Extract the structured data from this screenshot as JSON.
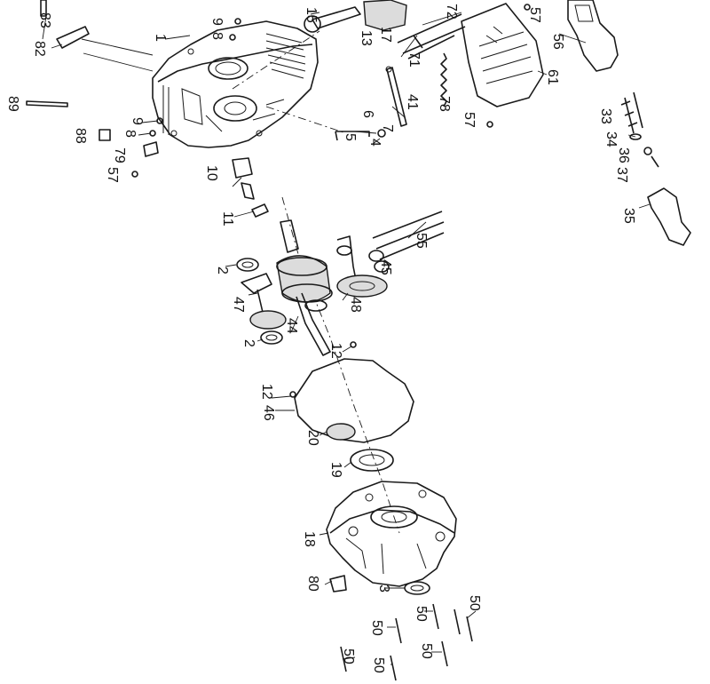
{
  "callouts": [
    {
      "id": "c83",
      "text": "83"
    },
    {
      "id": "c82",
      "text": "82"
    },
    {
      "id": "c89",
      "text": "89"
    },
    {
      "id": "c88",
      "text": "88"
    },
    {
      "id": "c1",
      "text": "1"
    },
    {
      "id": "c8a",
      "text": "8"
    },
    {
      "id": "c9a",
      "text": "9"
    },
    {
      "id": "c8b",
      "text": "8"
    },
    {
      "id": "c9b",
      "text": "9"
    },
    {
      "id": "c79",
      "text": "79"
    },
    {
      "id": "c57a",
      "text": "57"
    },
    {
      "id": "c15",
      "text": "15"
    },
    {
      "id": "c17",
      "text": "17"
    },
    {
      "id": "c13",
      "text": "13"
    },
    {
      "id": "c71",
      "text": "71"
    },
    {
      "id": "c72",
      "text": "72"
    },
    {
      "id": "c57b",
      "text": "57"
    },
    {
      "id": "c56",
      "text": "56"
    },
    {
      "id": "c61",
      "text": "61"
    },
    {
      "id": "c41",
      "text": "41"
    },
    {
      "id": "c78",
      "text": "78"
    },
    {
      "id": "c57c",
      "text": "57"
    },
    {
      "id": "c6",
      "text": "6"
    },
    {
      "id": "c7",
      "text": "7"
    },
    {
      "id": "c4",
      "text": "4"
    },
    {
      "id": "c5",
      "text": "5"
    },
    {
      "id": "c33",
      "text": "33"
    },
    {
      "id": "c34",
      "text": "34"
    },
    {
      "id": "c36",
      "text": "36"
    },
    {
      "id": "c37",
      "text": "37"
    },
    {
      "id": "c35",
      "text": "35"
    },
    {
      "id": "c10",
      "text": "10"
    },
    {
      "id": "c11",
      "text": "11"
    },
    {
      "id": "c2a",
      "text": "2"
    },
    {
      "id": "c47",
      "text": "47"
    },
    {
      "id": "c2b",
      "text": "2"
    },
    {
      "id": "c44",
      "text": "44"
    },
    {
      "id": "c48",
      "text": "48"
    },
    {
      "id": "c45",
      "text": "45"
    },
    {
      "id": "c55",
      "text": "55"
    },
    {
      "id": "c12a",
      "text": "12"
    },
    {
      "id": "c12b",
      "text": "12"
    },
    {
      "id": "c46",
      "text": "46"
    },
    {
      "id": "c20",
      "text": "20"
    },
    {
      "id": "c19",
      "text": "19"
    },
    {
      "id": "c18",
      "text": "18"
    },
    {
      "id": "c80",
      "text": "80"
    },
    {
      "id": "c3",
      "text": "3"
    },
    {
      "id": "c50a",
      "text": "50"
    },
    {
      "id": "c50b",
      "text": "50"
    },
    {
      "id": "c50c",
      "text": "50"
    },
    {
      "id": "c50d",
      "text": "50"
    },
    {
      "id": "c50e",
      "text": "50"
    },
    {
      "id": "c50f",
      "text": "50"
    }
  ]
}
